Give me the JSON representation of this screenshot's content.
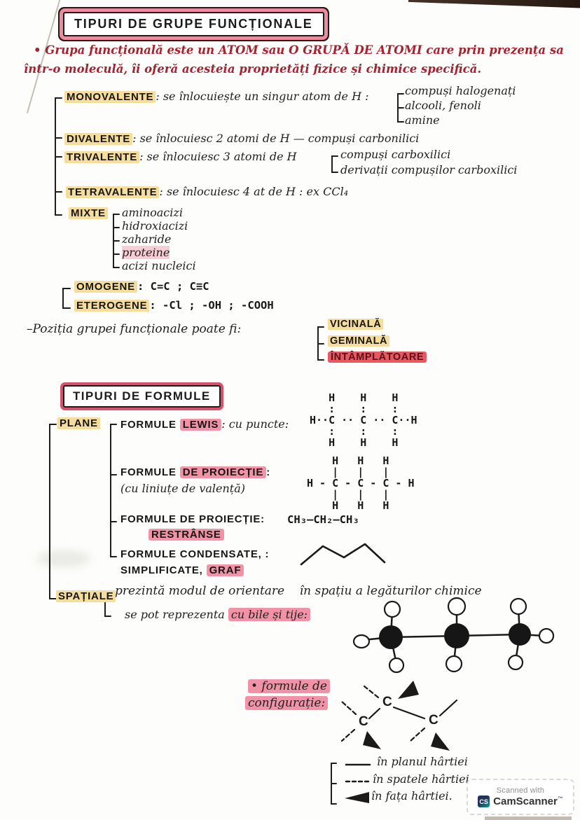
{
  "colors": {
    "ink": "#1d1c1b",
    "red_ink": "#a62230",
    "yellow_highlight": "#f4dd9d",
    "pink_highlight": "#f192a7",
    "red_highlight": "#e55963",
    "title_frame_pink": "#ec8aa0",
    "title_frame_red": "#d8506a",
    "badge_navy": "#22335c",
    "badge_teal": "#0ba08c"
  },
  "s1": {
    "title": "TIPURI DE GRUPE FUNCȚIONALE",
    "intro_line1": "• Grupa funcțională este un ATOM sau O GRUPĂ DE ATOMI care prin prezența sa",
    "intro_line2": "într-o moleculă, îi oferă acesteia proprietăți fizice și chimice specifică.",
    "mono_label": "MONOVALENTE",
    "mono_desc": ": se înlocuiește un singur atom de H :",
    "mono_children": [
      "compuși halogenați",
      "alcooli, fenoli",
      "amine"
    ],
    "di_label": "DIVALENTE",
    "di_desc": ": se înlocuiesc 2 atomi de H — compuși carbonilici",
    "tri_label": "TRIVALENTE",
    "tri_desc": ": se înlocuiesc 3 atomi de H",
    "tri_children": [
      "compuși carboxilici",
      "derivații compușilor carboxilici"
    ],
    "tetra_label": "TETRAVALENTE",
    "tetra_desc": ": se înlocuiesc 4 at de H : ex CCl₄",
    "mixte_label": "MIXTE",
    "mixte_children": [
      "aminoacizi",
      "hidroxiacizi",
      "zaharide",
      "proteine",
      "acizi nucleici"
    ],
    "omogene_label": "OMOGENE",
    "omogene_desc": ":  C=C ;  C≡C",
    "eterogene_label": "ETEROGENE",
    "eterogene_desc": ":  -Cl ; -OH ; -COOH",
    "pozitia_text": "–Poziția grupei funcționale poate fi:",
    "pozitia_options": [
      "VICINALĂ",
      "GEMINALĂ",
      "ÎNTÂMPLĂTOARE"
    ]
  },
  "s2": {
    "title": "TIPURI DE FORMULE",
    "plane_label": "PLANE",
    "lewis_prefix": "FORMULE ",
    "lewis_hl": "LEWIS",
    "lewis_suffix": ": cu puncte:",
    "lewis_structure": "   H    H    H\n   :    :    :\nH··C ·· C ·· C··H\n   :    :    :\n   H    H    H",
    "proj_prefix": "FORMULE ",
    "proj_hl": "DE PROIECȚIE",
    "proj_suffix": ":",
    "proj_note": "(cu liniuțe de valență)",
    "proj_structure": "    H   H   H\n    |   |   |\nH - C - C - C - H\n    |   |   |\n    H   H   H",
    "restr_line1": "FORMULE DE PROIECȚIE:",
    "restr_formula": "CH₃–CH₂–CH₃",
    "restr_hl": "RESTRÂNSE",
    "cond_line1": "FORMULE CONDENSATE, :",
    "cond_line2_prefix": "SIMPLIFICATE, ",
    "cond_hl": "GRAF",
    "spatiale_label": "SPAȚIALE",
    "spatiale_line1": "prezintă modul de orientare    în spațiu a legăturilor chimice",
    "spatiale_line2_prefix": "se pot reprezenta ",
    "spatiale_line2_hl": "cu bile și tije:",
    "config_label_line1": "• formule de",
    "config_label_line2": "configurație:",
    "config_c": "C"
  },
  "legend": {
    "items": [
      "în planul hârtiei",
      "în spatele hârtiei.",
      "în fața hârtiei."
    ]
  },
  "badge": {
    "line1": "Scanned with",
    "logo": "CS",
    "name": "CamScanner",
    "tm": "™"
  }
}
